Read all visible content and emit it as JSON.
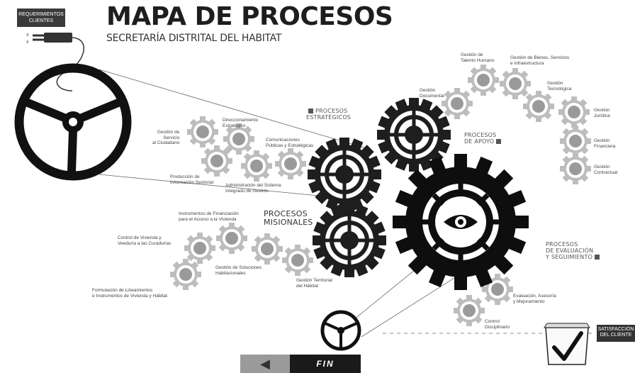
{
  "header": {
    "title": "MAPA DE PROCESOS",
    "subtitle": "SECRETARÍA DISTRITAL DEL HABITAT",
    "requirements_label": "REQUERIMIENTOS\nCLIENTES"
  },
  "groups": {
    "estrategicos": "PROCESOS\nESTRATÉGICOS",
    "apoyo": "PROCESOS\nDE APOYO",
    "misionales": "PROCESOS\nMISIONALES",
    "evaluacion": "PROCESOS\nDE EVALUACIÓN\nY SEGUIMIENTO"
  },
  "processes": {
    "estrategicos": [
      "Gestión de\nServicio\nal Ciudadano",
      "Direccionamiento\nEstratégico",
      "Comunicaciones\nPúblicas y Estratégicas",
      "Producción de\nInformación Sectorial",
      "Administración del Sistema\nIntegrado de Gestión"
    ],
    "apoyo": [
      "Gestión\nDocumental",
      "Gestión de\nTalento Humano",
      "Gestión de Bienes, Servicios\ne Infraestructura",
      "Gestión\nTecnológica",
      "Gestión\nJurídica",
      "Gestión\nFinanciera",
      "Gestión\nContractual"
    ],
    "misionales": [
      "Instrumentos de Financiación\npara el Acceso a la Vivienda",
      "Control de Vivienda y\nVeeduría a las Curadurías",
      "Gestión de Soluciones\nHabitacionales",
      "Gestión Territorial\ndel Hábitat",
      "Formulación de Lineamientos\ne Instrumentos de Vivienda y Hábitat"
    ],
    "evaluacion": [
      "Evaluación, Asesoría\ny Mejoramiento",
      "Control\nDisciplinario"
    ]
  },
  "footer": {
    "satisfaction_label": "SATISFACCIÓN\nDEL CLIENTE",
    "back_label": "◀",
    "fin_label": "FIN"
  },
  "icons": [
    "plug-icon",
    "steering-wheel-icon",
    "gear-icon",
    "eye-icon",
    "checkmark-icon"
  ]
}
